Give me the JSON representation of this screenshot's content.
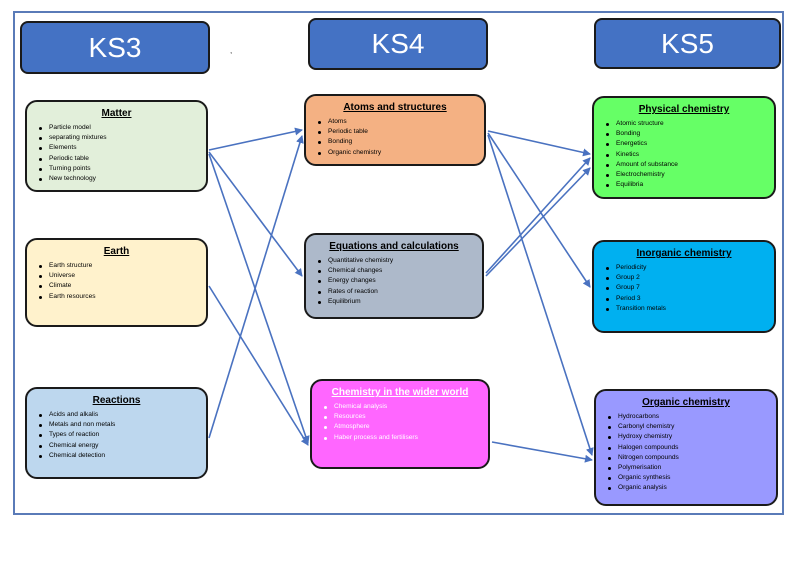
{
  "stages": {
    "ks3": "KS3",
    "ks4": "KS4",
    "ks5": "KS5"
  },
  "ks3": {
    "matter": {
      "title": "Matter",
      "items": [
        "Particle model",
        "separating mixtures",
        "Elements",
        "Periodic table",
        "Turning points",
        "New technology"
      ]
    },
    "earth": {
      "title": "Earth",
      "items": [
        "Earth structure",
        "Universe",
        "Climate",
        "Earth resources"
      ]
    },
    "reactions": {
      "title": "Reactions",
      "items": [
        "Acids and alkalis",
        "Metals and non metals",
        "Types of reaction",
        "Chemical energy",
        "Chemical detection"
      ]
    }
  },
  "ks4": {
    "atoms": {
      "title": "Atoms and structures",
      "items": [
        "Atoms",
        "Periodic table",
        "Bonding",
        "Organic chemistry"
      ]
    },
    "equations": {
      "title": "Equations and calculations",
      "items": [
        "Quantitative chemistry",
        "Chemical changes",
        "Energy changes",
        "Rates of reaction",
        "Equilibrium"
      ]
    },
    "wider": {
      "title": "Chemistry in the wider world",
      "items": [
        "Chemical analysis",
        "Resources",
        "Atmosphere",
        "Haber process and fertilisers"
      ]
    }
  },
  "ks5": {
    "physical": {
      "title": "Physical chemistry",
      "items": [
        "Atomic structure",
        "Bonding",
        "Energetics",
        "Kinetics",
        "Amount of substance",
        "Electrochemistry",
        "Equilibria"
      ]
    },
    "inorganic": {
      "title": "Inorganic chemistry",
      "items": [
        "Periodicity",
        "Group 2",
        "Group 7",
        "Period 3",
        "Transition metals"
      ]
    },
    "organic": {
      "title": "Organic chemistry",
      "items": [
        "Hydrocarbons",
        "Carbonyl chemistry",
        "Hydroxy chemistry",
        "Halogen compounds",
        "Nitrogen compounds",
        "Polymerisation",
        "Organic synthesis",
        "Organic analysis"
      ]
    }
  },
  "colors": {
    "header": "#4472c4",
    "arrow": "#4a72c0",
    "matter": "#e2efda",
    "earth": "#fff2cc",
    "reactions": "#bdd7ee",
    "atoms": "#f4b183",
    "equations": "#adb9ca",
    "wider": "#ff66ff",
    "physical": "#66ff66",
    "inorganic": "#00b0f0",
    "organic": "#9999ff"
  }
}
